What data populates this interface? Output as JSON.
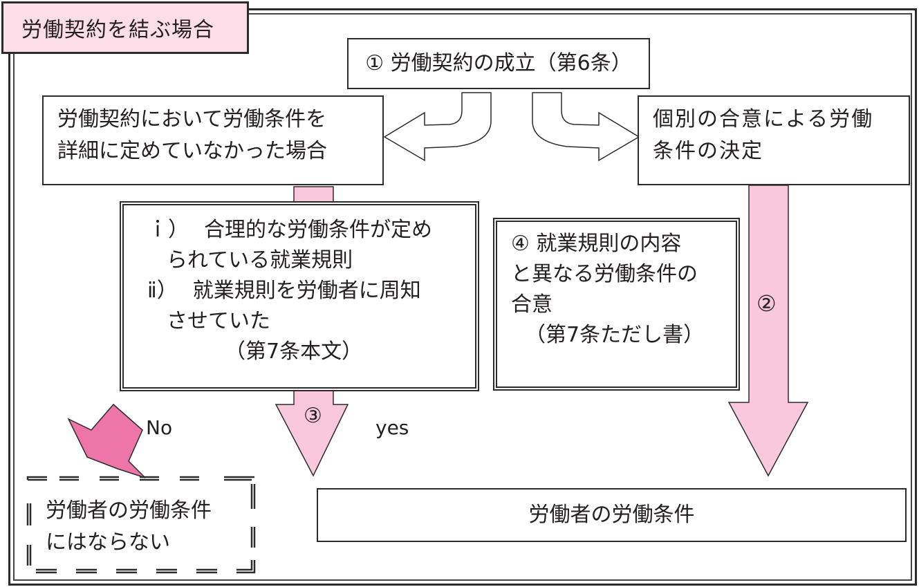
{
  "title_tab": "労働契約を結ぶ場合",
  "colors": {
    "title_fill": "#fcdde8",
    "arrow_pink": "#f9c8dc",
    "no_arrow_pink": "#ee75a8",
    "stroke": "#2b2b2b"
  },
  "nodes": {
    "formation": "① 労働契約の成立（第6条）",
    "unspecified": [
      "労働契約において労働条件を",
      "詳細に定めていなかった場合"
    ],
    "individual": [
      "個別の合意による労働",
      "条件の決定"
    ],
    "rules": {
      "item1_marker": "ｉ）",
      "item1_line1": "合理的な労働条件が定め",
      "item1_line2": "られている就業規則",
      "item2_marker": "ⅱ）",
      "item2_line1": "就業規則を労働者に周知",
      "item2_line2": "させていた",
      "citation": "（第7条本文）"
    },
    "exception": {
      "line1": "④ 就業規則の内容",
      "line2": "と異なる労働条件の",
      "line3": "合意",
      "citation": "（第7条ただし書）"
    },
    "result": "労働者の労働条件",
    "not_result": [
      "労働者の労働条件",
      "にはならない"
    ]
  },
  "arrows": {
    "step2_label": "②",
    "step3_label": "③",
    "yes_label": "yes",
    "no_label": "No"
  }
}
